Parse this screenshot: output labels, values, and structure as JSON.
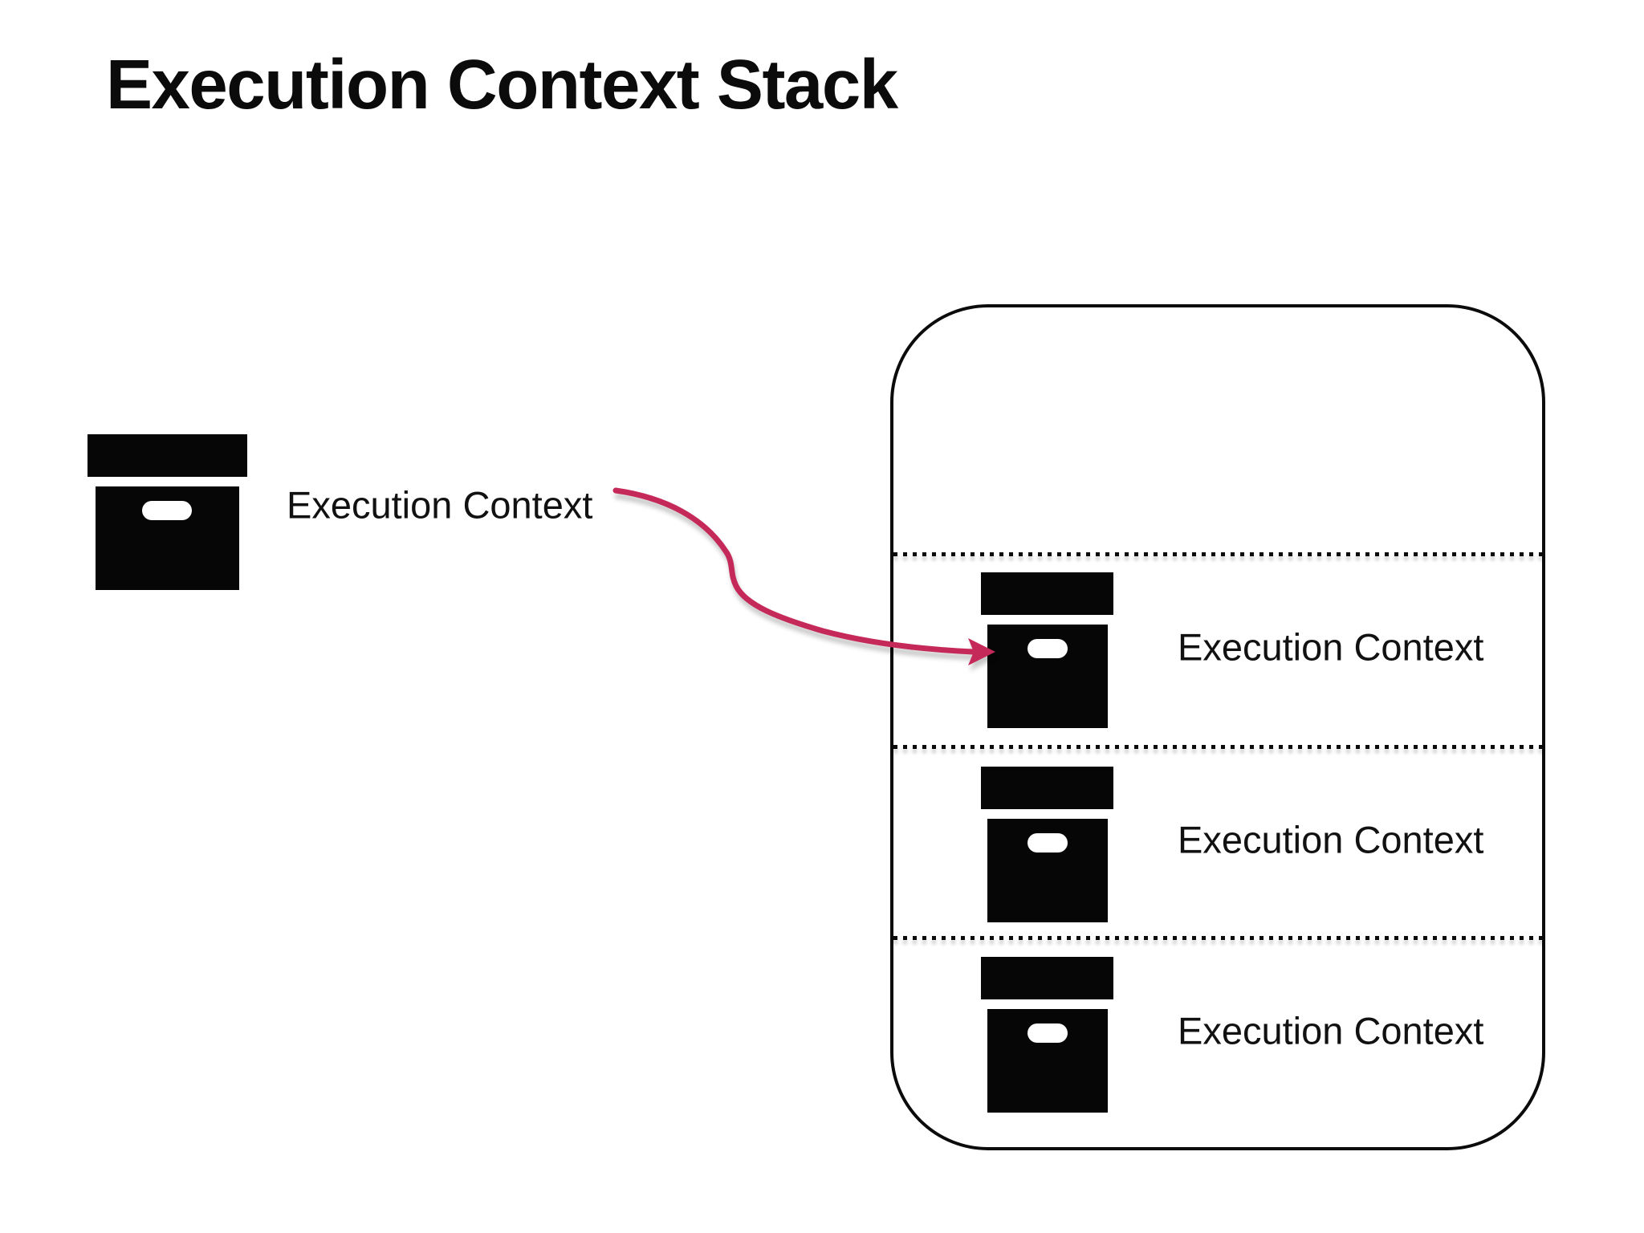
{
  "title": "Execution Context Stack",
  "legend": {
    "icon": "archive-box-icon",
    "label": "Execution Context"
  },
  "arrow": {
    "color": "#C5295A"
  },
  "stack": {
    "rows": [
      {
        "icon": "archive-box-icon",
        "label": "Execution Context"
      },
      {
        "icon": "archive-box-icon",
        "label": "Execution Context"
      },
      {
        "icon": "archive-box-icon",
        "label": "Execution Context"
      }
    ]
  },
  "colors": {
    "ink": "#0B0B0B",
    "arrow_pink": "#C5295A",
    "background": "#FFFFFF"
  }
}
